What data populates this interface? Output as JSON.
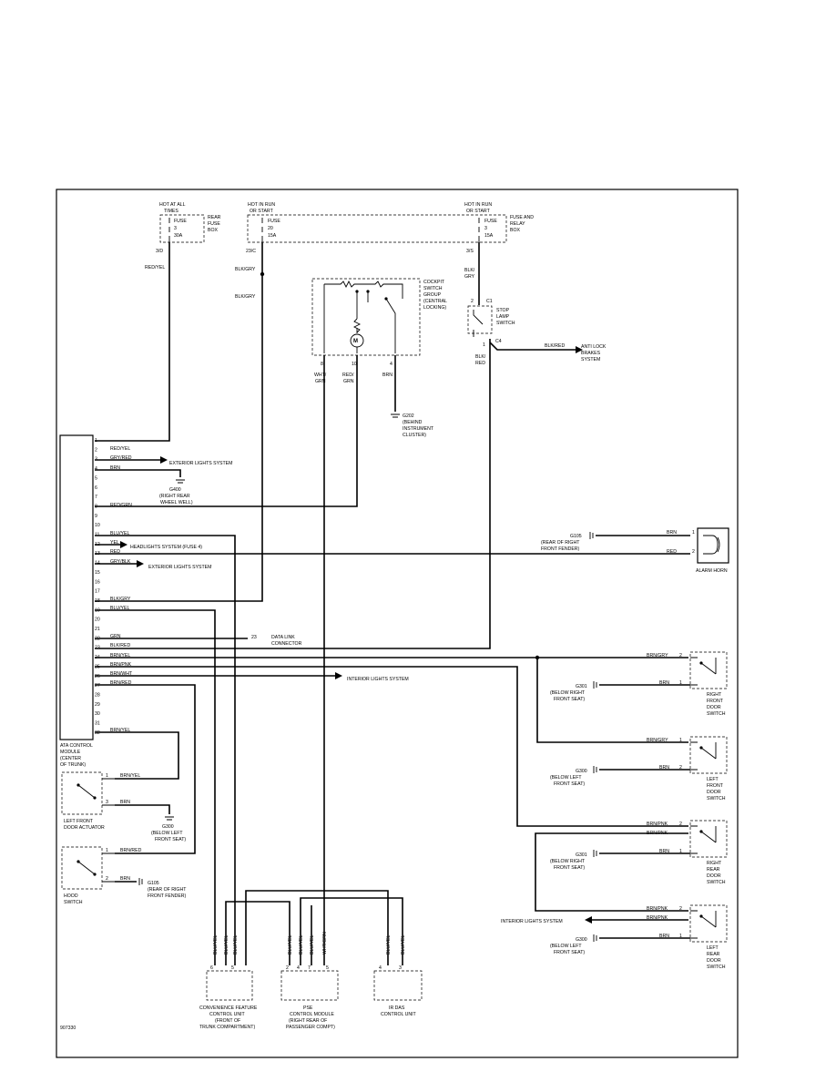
{
  "fuse_box": {
    "hot_at_all": [
      "HOT AT ALL",
      "TIMES"
    ],
    "hot_run": [
      "HOT IN RUN",
      "OR START"
    ],
    "hot_run2": [
      "HOT IN RUN",
      "OR START"
    ],
    "fuse1": [
      "FUSE",
      "3",
      "30A"
    ],
    "fuse2": [
      "FUSE",
      "20",
      "15A"
    ],
    "fuse3": [
      "FUSE",
      "3",
      "15A"
    ],
    "rear_fuse_box": [
      "REAR",
      "FUSE",
      "BOX"
    ],
    "fuse_relay_box": [
      "FUSE AND",
      "RELAY",
      "BOX"
    ],
    "pin1": "3/D",
    "pin2": "23/C",
    "pin3": "3/S"
  },
  "wires": {
    "red_yel": "RED/YEL",
    "blk_gry_a": "BLK/GRY",
    "blk_gry_b": "BLK/GRY",
    "blk_gry_c": [
      "BLK/",
      "GRY"
    ],
    "blk_red_a": [
      "BLK/",
      "RED"
    ],
    "blk_red_b": "BLK/RED",
    "wht_grn": [
      "WHT/",
      "GRN"
    ],
    "red_grn": [
      "RED/",
      "GRN"
    ],
    "brn_a": "BRN"
  },
  "cockpit": {
    "label": [
      "COCKPIT",
      "SWITCH",
      "GROUP",
      "(CENTRAL",
      "LOCKING)"
    ],
    "pins": [
      "8",
      "10",
      "4"
    ],
    "m": "M"
  },
  "stop_lamp": {
    "label": [
      "STOP",
      "LAMP",
      "SWITCH"
    ],
    "pin_c1": "C1",
    "pin_2": "2",
    "pin_1": "1",
    "pin_c4": "C4",
    "abs": [
      "ANTI LOCK",
      "BRAKES",
      "SYSTEM"
    ]
  },
  "g202": [
    "G202",
    "(BEHIND",
    "INSTRUMENT",
    "CLUSTER)"
  ],
  "module": {
    "pins": [
      "1",
      "2",
      "3",
      "4",
      "5",
      "6",
      "7",
      "8",
      "9",
      "10",
      "11",
      "12",
      "13",
      "14",
      "15",
      "16",
      "17",
      "18",
      "19",
      "20",
      "21",
      "22",
      "23",
      "24",
      "25",
      "26",
      "27",
      "28",
      "29",
      "30",
      "31",
      "32"
    ],
    "wires": {
      "p2": "RED/YEL",
      "p3": "GRY/RED",
      "p4": "BRN",
      "p8": "RED/GRN",
      "p11": "BLU/YEL",
      "p12": "YEL",
      "p13": "RED",
      "p14": "GRY/BLK",
      "p18": "BLK/GRY",
      "p19": "BLU/YEL",
      "p22": "GRN",
      "p23": "BLK/RED",
      "p24": "BRN/YEL",
      "p25": "BRN/PNK",
      "p26": "BRN/WHT",
      "p27": "BRN/RED",
      "p32": "BRN/YEL"
    },
    "label": [
      "ATA CONTROL",
      "MODULE",
      "(CENTER",
      "OF TRUNK)"
    ]
  },
  "systems": {
    "ext_lights_1": "EXTERIOR LIGHTS SYSTEM",
    "headlights": "HEADLIGHTS SYSTEM (FUSE 4)",
    "ext_lights_2": "EXTERIOR LIGHTS SYSTEM",
    "interior_1": "INTERIOR LIGHTS SYSTEM",
    "interior_2": "INTERIOR LIGHTS SYSTEM"
  },
  "g400": [
    "G400",
    "(RIGHT REAR",
    "WHEEL WELL)"
  ],
  "horn": {
    "ground": [
      "G105",
      "(REAR OF RIGHT",
      "FRONT FENDER)"
    ],
    "brn": "BRN",
    "red": "RED",
    "pin1": "1",
    "pin2": "2",
    "label": "ALARM HORN"
  },
  "dlc": {
    "pin": "23",
    "label": [
      "DATA LINK",
      "CONNECTOR"
    ]
  },
  "door_switches": [
    {
      "wire_top": "BRN/GRY",
      "wire_gnd": "BRN",
      "ground": [
        "G301",
        "(BELOW RIGHT",
        "FRONT SEAT)"
      ],
      "label": [
        "RIGHT",
        "FRONT",
        "DOOR",
        "SWITCH"
      ],
      "pins": [
        "2",
        "1"
      ]
    },
    {
      "wire_top": "BRN/GRY",
      "wire_gnd": "BRN",
      "ground": [
        "G300",
        "(BELOW LEFT",
        "FRONT SEAT)"
      ],
      "label": [
        "LEFT",
        "FRONT",
        "DOOR",
        "SWITCH"
      ],
      "pins": [
        "1",
        "2"
      ]
    },
    {
      "wire_top": "BRN/PNK",
      "wire_top2": "BRN/PNK",
      "wire_gnd": "BRN",
      "ground": [
        "G301",
        "(BELOW RIGHT",
        "FRONT SEAT)"
      ],
      "label": [
        "RIGHT",
        "REAR",
        "DOOR",
        "SWITCH"
      ],
      "pins": [
        "2",
        "1"
      ]
    },
    {
      "wire_top": "BRN/PNK",
      "wire_top2": "BRN/PNK",
      "wire_gnd": "BRN",
      "ground": [
        "G300",
        "(BELOW LEFT",
        "FRONT SEAT)"
      ],
      "label": [
        "LEFT",
        "REAR",
        "DOOR",
        "SWITCH"
      ],
      "pins": [
        "2",
        "1"
      ]
    }
  ],
  "left_actuator": {
    "wire1": "BRN/YEL",
    "wire2": "BRN",
    "pin1": "1",
    "pin2": "3",
    "ground": [
      "G300",
      "(BELOW LEFT",
      "FRONT SEAT)"
    ],
    "label": [
      "LEFT FRONT",
      "DOOR ACTUATOR"
    ]
  },
  "hood": {
    "wire1": "BRN/RED",
    "wire2": "BRN",
    "pin1": "1",
    "pin2": "2",
    "ground": [
      "G105",
      "(REAR OF RIGHT",
      "FRONT FENDER)"
    ],
    "label": [
      "HOOD",
      "SWITCH"
    ]
  },
  "bottom": {
    "conv": {
      "wires": [
        "BLU/YEL",
        "BLU/YEL",
        "BLU/YEL"
      ],
      "pins": [
        "6",
        "5"
      ],
      "label": [
        "CONVENIENCE FEATURE",
        "CONTROL UNIT",
        "(FRONT OF",
        "TRUNK COMPARTMENT)"
      ]
    },
    "pse": {
      "wires": [
        "BLU/YEL",
        "BLU/YEL",
        "BLU/YEL",
        "WHT/GRN"
      ],
      "pins": [
        "2",
        "4",
        "7",
        "5"
      ],
      "label": [
        "PSE",
        "CONTROL MODULE",
        "(RIGHT REAR OF",
        "PASSENGER COMPT)"
      ]
    },
    "irdas": {
      "wires": [
        "BLU/YEL",
        "BLU/YEL"
      ],
      "pins": [
        "4",
        "3"
      ],
      "label": [
        "IR DAS",
        "CONTROL UNIT"
      ]
    }
  },
  "figure_id": "907330"
}
